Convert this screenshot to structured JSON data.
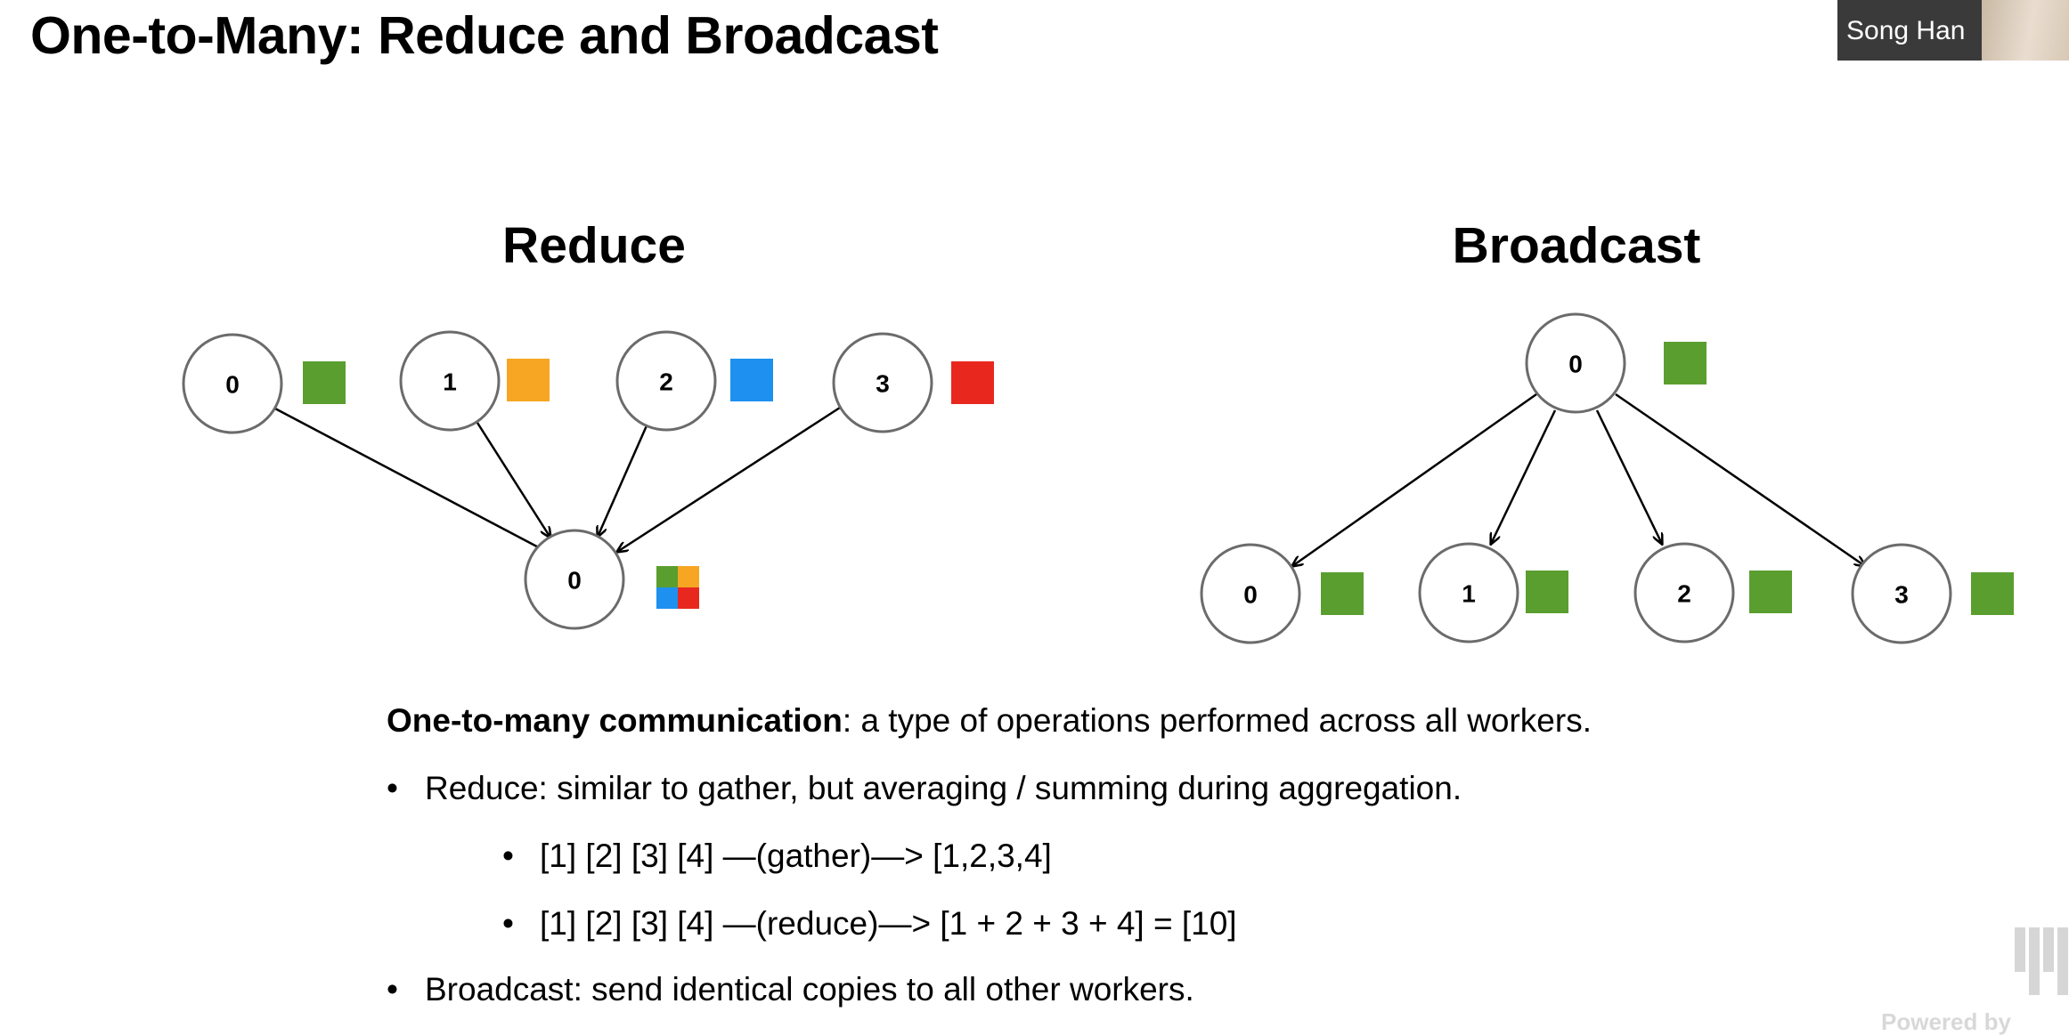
{
  "slide": {
    "title": "One-to-Many:  Reduce and Broadcast"
  },
  "speaker": {
    "name": "Song Han"
  },
  "colors": {
    "green": "#5a9e2f",
    "orange": "#f6a623",
    "blue": "#1e90f0",
    "red": "#e8281f",
    "node_stroke": "#6b6b6b"
  },
  "reduce": {
    "heading": "Reduce",
    "top_nodes": [
      {
        "label": "0",
        "color": "green"
      },
      {
        "label": "1",
        "color": "orange"
      },
      {
        "label": "2",
        "color": "blue"
      },
      {
        "label": "3",
        "color": "red"
      }
    ],
    "result_node": {
      "label": "0",
      "colors": [
        "green",
        "orange",
        "blue",
        "red"
      ]
    }
  },
  "broadcast": {
    "heading": "Broadcast",
    "source_node": {
      "label": "0",
      "color": "green"
    },
    "bottom_nodes": [
      {
        "label": "0",
        "color": "green"
      },
      {
        "label": "1",
        "color": "green"
      },
      {
        "label": "2",
        "color": "green"
      },
      {
        "label": "3",
        "color": "green"
      }
    ]
  },
  "description": {
    "intro_bold": "One-to-many communication",
    "intro_rest": ": a type of operations performed across all workers.",
    "bullet1": "Reduce: similar to gather, but averaging / summing during aggregation.",
    "sub1": "[1] [2] [3] [4] —(gather)—> [1,2,3,4]",
    "sub2": "[1] [2] [3] [4] —(reduce)—> [1 + 2 + 3 + 4] = [10]",
    "bullet2": "Broadcast: send identical copies to all other workers.",
    "bullet_char": "•"
  },
  "footer": {
    "powered": "Powered by"
  }
}
